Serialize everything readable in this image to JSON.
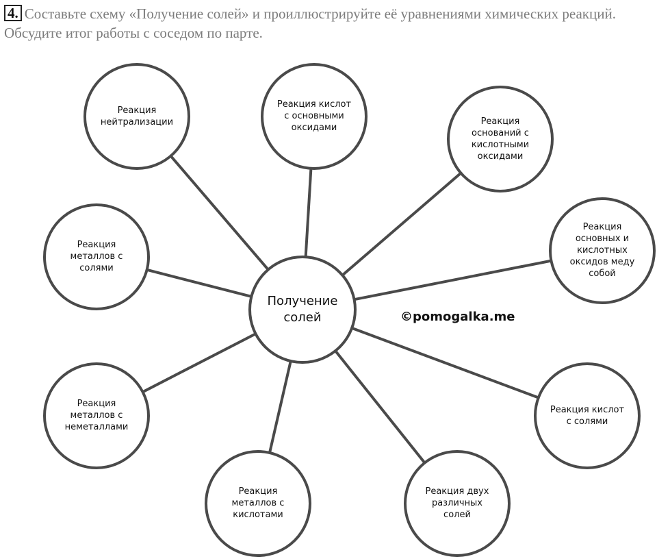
{
  "task": {
    "number": "4.",
    "text": "Составьте схему «Получение солей» и проиллюстрируйте её уравнениями химических реакций. Обсудите итог работы с соседом по парте."
  },
  "diagram": {
    "center": "Получение\nсолей",
    "nodes": [
      {
        "id": "neutralization",
        "label": "Реакция\nнейтрализации"
      },
      {
        "id": "acids-basic-oxides",
        "label": "Реакция кислот\nс основными\nоксидами"
      },
      {
        "id": "bases-acid-oxides",
        "label": "Реакция\nоснований с\nкислотными\nоксидами"
      },
      {
        "id": "basic-acid-oxides",
        "label": "Реакция\nосновных и\nкислотных\nоксидов меду\nсобой"
      },
      {
        "id": "acids-salts",
        "label": "Реакция кислот\nс солями"
      },
      {
        "id": "two-salts",
        "label": "Реакция двух\nразличных\nсолей"
      },
      {
        "id": "metals-acids",
        "label": "Реакция\nметаллов с\nкислотами"
      },
      {
        "id": "metals-nonmetals",
        "label": "Реакция\nметаллов с\nнеметаллами"
      },
      {
        "id": "metals-salts",
        "label": "Реакция\nметаллов с\nсолями"
      }
    ]
  },
  "watermark": "©pomogalka.me",
  "colors": {
    "stroke": "#4a4a4a",
    "text": "#111111",
    "task_text": "#7c7c7c"
  }
}
